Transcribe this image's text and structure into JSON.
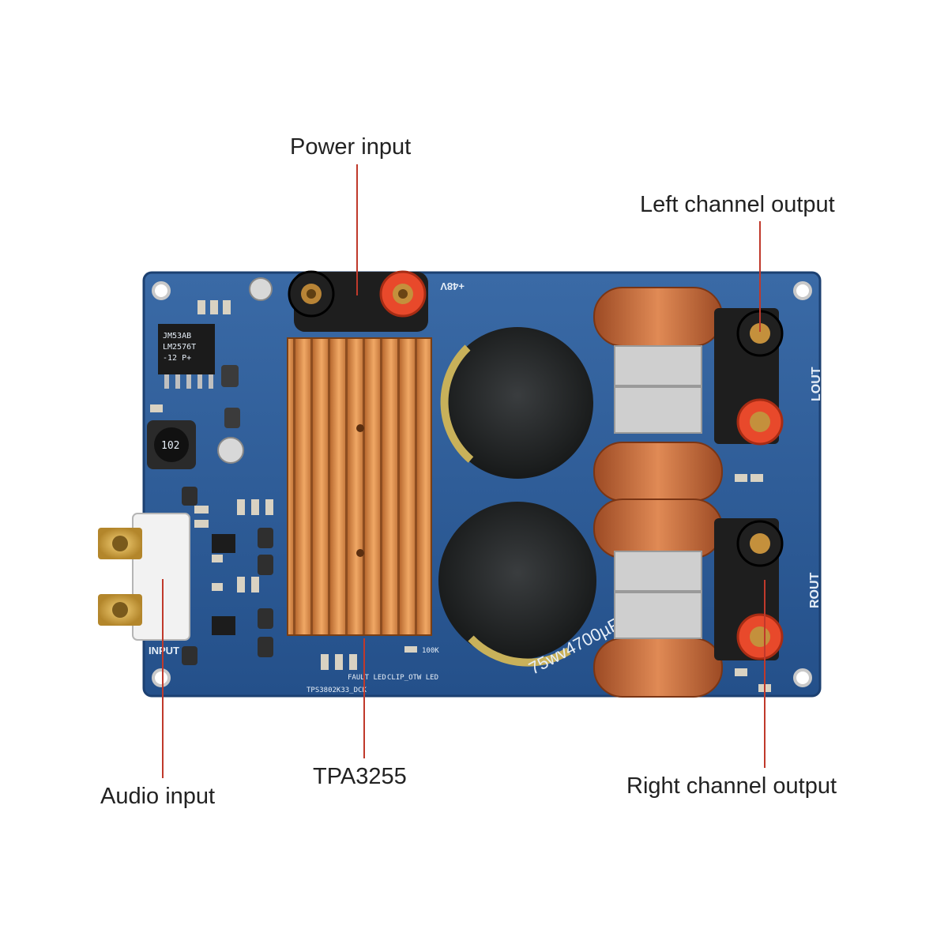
{
  "callouts": {
    "power_input": "Power input",
    "left_channel_output": "Left channel output",
    "tpa3255": "TPA3255",
    "audio_input": "Audio input",
    "right_channel_output": "Right channel output"
  },
  "board_silkscreen": {
    "input": "INPUT",
    "lout": "LOUT",
    "rout": "ROUT",
    "plus48v": "+48V",
    "regulator": "LM2576T",
    "regulator_code": "JM53AB",
    "regulator_suffix": "-12 P+",
    "cap_marking": "75wv4700µF",
    "inductor_code": "102",
    "fault_led": "FAULT LED",
    "clip_led": "CLIP_OTW LED",
    "tps_label": "TPS3802K33_DCK",
    "res_100k": "100K"
  },
  "colors": {
    "pcb_blue": "#2c5d98",
    "heatsink": "#d9894a",
    "terminal_red": "#e8492b",
    "leader_red": "#c0392b"
  }
}
